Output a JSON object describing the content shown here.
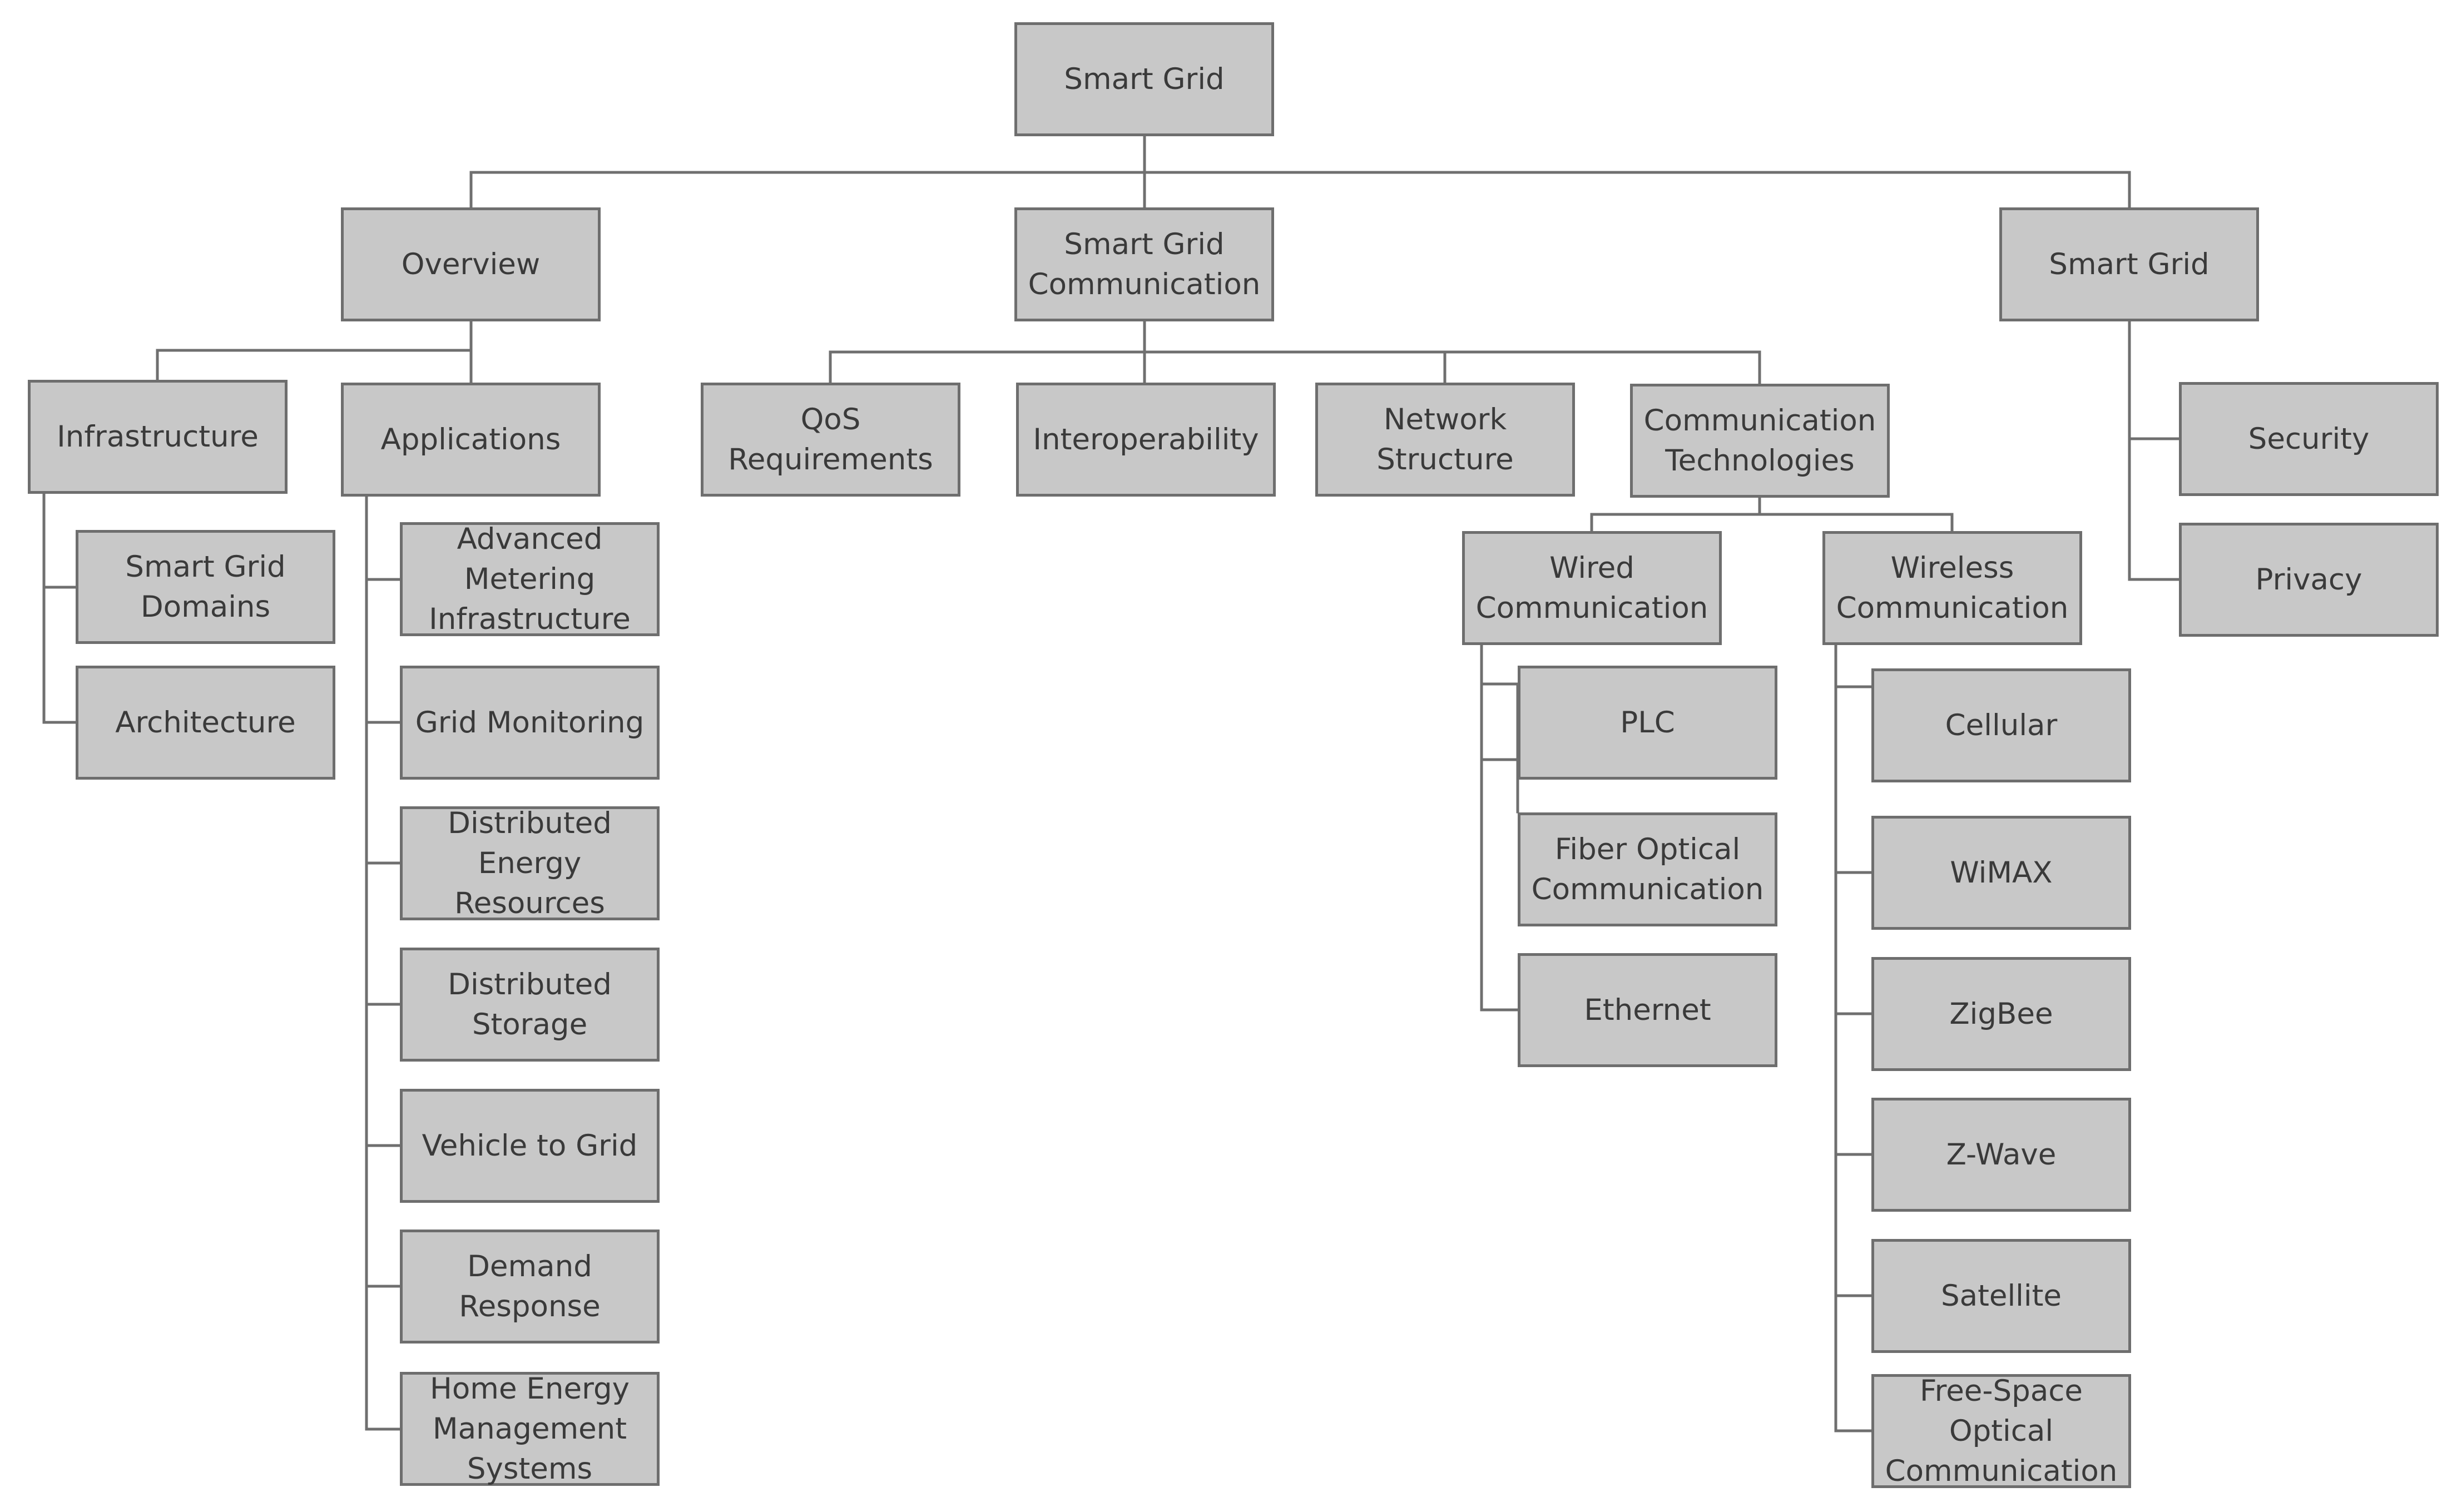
{
  "diagram": {
    "nodes": {
      "root": "Smart Grid",
      "overview": "Overview",
      "comm": "Smart Grid\nCommunication",
      "sg_right": "Smart Grid",
      "infrastructure": "Infrastructure",
      "applications": "Applications",
      "sg_domains": "Smart Grid\nDomains",
      "architecture": "Architecture",
      "ami": "Advanced\nMetering\nInfrastructure",
      "grid_monitoring": "Grid Monitoring",
      "der": "Distributed\nEnergy\nResources",
      "dist_storage": "Distributed\nStorage",
      "v2g": "Vehicle to Grid",
      "demand_response": "Demand\nResponse",
      "hems": "Home Energy\nManagement\nSystems",
      "qos": "QoS\nRequirements",
      "interop": "Interoperability",
      "network_structure": "Network\nStructure",
      "comm_tech": "Communication\nTechnologies",
      "wired": "Wired\nCommunication",
      "wireless": "Wireless\nCommunication",
      "plc": "PLC",
      "fiber": "Fiber Optical\nCommunication",
      "ethernet": "Ethernet",
      "cellular": "Cellular",
      "wimax": "WiMAX",
      "zigbee": "ZigBee",
      "zwave": "Z-Wave",
      "satellite": "Satellite",
      "fso": "Free-Space\nOptical\nCommunication",
      "security": "Security",
      "privacy": "Privacy"
    }
  }
}
